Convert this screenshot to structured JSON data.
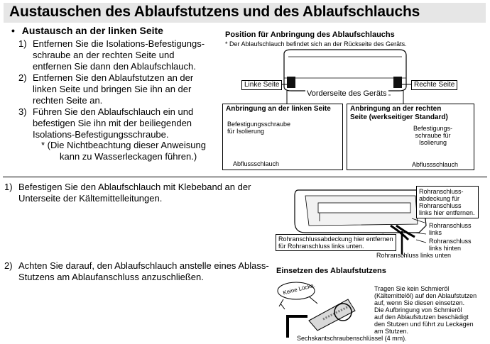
{
  "title": "Austauschen des Ablaufstutzens und des Ablaufschlauchs",
  "left_section": {
    "bullet": "•",
    "heading": "Austausch an der linken Seite",
    "steps": [
      {
        "num": "1)",
        "lines": [
          "Entfernen Sie die Isolations-Befestigungs-",
          "schraube an der rechten Seite und",
          "entfernen Sie dann den Ablaufschlauch."
        ]
      },
      {
        "num": "2)",
        "lines": [
          "Entfernen Sie den Ablaufstutzen an der",
          "linken Seite und bringen Sie ihn an der",
          "rechten Seite an."
        ]
      },
      {
        "num": "3)",
        "lines": [
          "Führen Sie den Ablaufschlauch ein und",
          "befestigen Sie ihn mit der beiliegenden",
          "Isolations-Befestigungsschraube."
        ]
      }
    ],
    "note_lines": [
      "* (Die Nichtbeachtung dieser Anweisung",
      "kann zu Wasserleckagen führen.)"
    ]
  },
  "position_figure": {
    "title": "Position für Anbringung des Ablaufschlauchs",
    "subtitle": "* Der Ablaufschlauch befindet sich an der Rückseite des Geräts.",
    "left_label": "Linke Seite",
    "right_label": "Rechte Seite",
    "front_label": "Vorderseite des Geräts",
    "left_box": {
      "title": "Anbringung an der linken Seite",
      "screw_lines": [
        "Befestigungsschraube",
        "für Isolierung"
      ],
      "hose": "Abflussschlauch"
    },
    "right_box": {
      "title_lines": [
        "Anbringung an der rechten",
        "Seite (werkseitiger Standard)"
      ],
      "screw_lines": [
        "Befestigungs-",
        "schraube für",
        "Isolierung"
      ],
      "hose": "Abflussschlauch"
    }
  },
  "step_a": {
    "num": "1)",
    "lines": [
      "Befestigen Sie den Ablaufschlauch mit Klebeband an der",
      "Unterseite der Kältemittelleitungen."
    ]
  },
  "step_b": {
    "num": "2)",
    "lines": [
      "Achten Sie darauf, den Ablaufschlauch anstelle eines Ablass-",
      "Stutzens am Ablaufanschluss anzuschließen."
    ]
  },
  "pipe_figure": {
    "cover_left_lines": [
      "Rohranschluss-",
      "abdeckung für",
      "Rohranschluss",
      "links hier entfernen."
    ],
    "pipe_left": [
      "Rohranschluss",
      "links"
    ],
    "pipe_left_rear": [
      "Rohranschluss",
      "links hinten"
    ],
    "cover_bottom_lines": [
      "Rohranschlussabdeckung hier entfernen",
      "für Rohranschluss links unten."
    ],
    "pipe_left_bottom": "Rohranschluss links unten"
  },
  "insert_figure": {
    "title": "Einsetzen des Ablaufstutzens",
    "no_gap": "Keine Lücke.",
    "note_lines": [
      "Tragen Sie kein Schmieröl",
      "(Kältemittelöl) auf den Ablaufstutzen",
      "auf, wenn Sie diesen einsetzen.",
      "Die Aufbringung von Schmieröl",
      "auf den Ablaufstutzen beschädigt",
      "den Stutzen und führt zu Leckagen",
      "am Stutzen."
    ],
    "wrench": "Sechskantschraubenschlüssel (4 mm)."
  }
}
